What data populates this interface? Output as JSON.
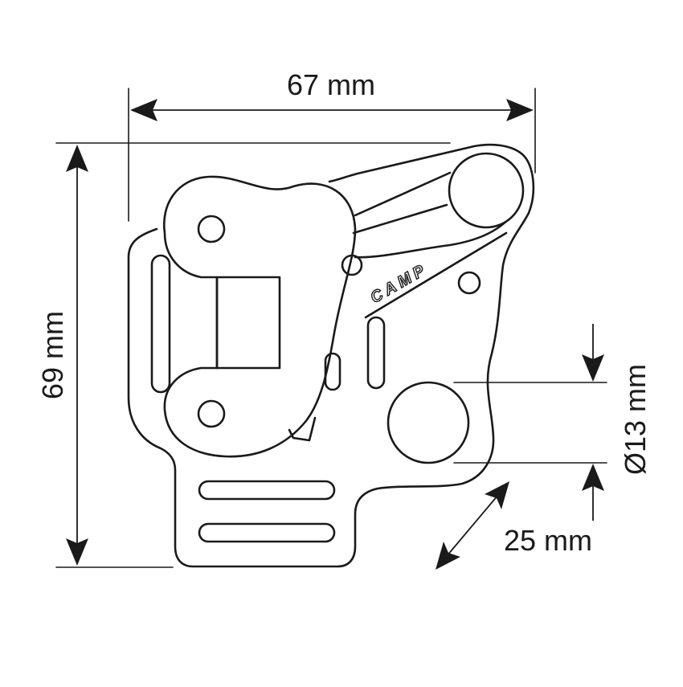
{
  "dimensions": {
    "width_label": "67 mm",
    "height_label": "69 mm",
    "hole_diameter_label": "Ø13 mm",
    "webbing_width_label": "25 mm"
  },
  "brand": {
    "logo_text": "CAMP"
  },
  "colors": {
    "line": "#1a1a1a",
    "background": "#ffffff"
  }
}
